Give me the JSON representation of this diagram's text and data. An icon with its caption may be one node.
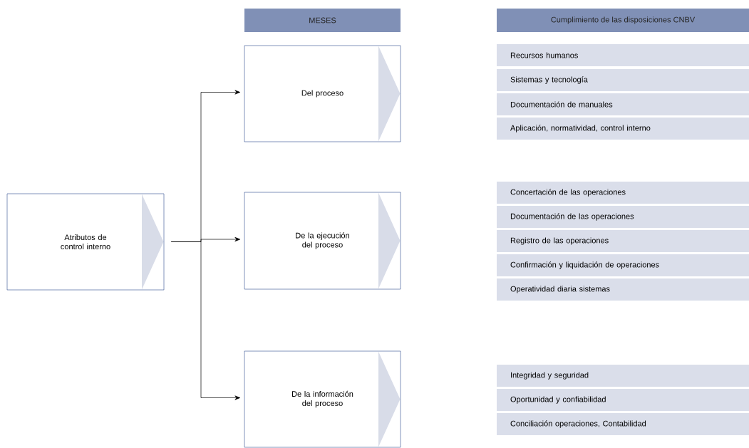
{
  "diagram": {
    "nodes": [
      {
        "text": [
          "MESES"
        ]
      },
      {
        "text": [
          "Cumplimiento de las disposiciones CNBV"
        ]
      },
      {
        "text": [
          "Atributos de control interno"
        ]
      },
      {
        "text": [
          "Del proceso"
        ]
      },
      {
        "text": [
          "De la ejecución del proceso"
        ]
      },
      {
        "text": [
          "De la información del proceso"
        ]
      },
      {
        "text": [
          "Recursos humanos"
        ]
      },
      {
        "text": [
          "Sistemas y tecnología"
        ]
      },
      {
        "text": [
          "Documentación de manuales"
        ]
      },
      {
        "text": [
          "Aplicación, normatividad, control interno"
        ]
      },
      {
        "text": [
          "Concertación de las operaciones"
        ]
      },
      {
        "text": [
          "Documentación de las operaciones"
        ]
      },
      {
        "text": [
          "Registro de las operaciones"
        ]
      },
      {
        "text": [
          "Confirmación y liquidación de operaciones"
        ]
      },
      {
        "text": [
          "Operatividad diaria sistemas"
        ]
      },
      {
        "text": [
          "Integridad y seguridad"
        ]
      },
      {
        "text": [
          "Oportunidad y confiabilidad"
        ]
      },
      {
        "text": [
          "Conciliación operaciones, Contabilidad"
        ]
      }
    ],
    "edges": [
      {
        "from": 2,
        "to": 3,
        "arrow": "to"
      },
      {
        "from": 2,
        "to": 4,
        "arrow": "to"
      },
      {
        "from": 2,
        "to": 5,
        "arrow": "to"
      }
    ]
  }
}
